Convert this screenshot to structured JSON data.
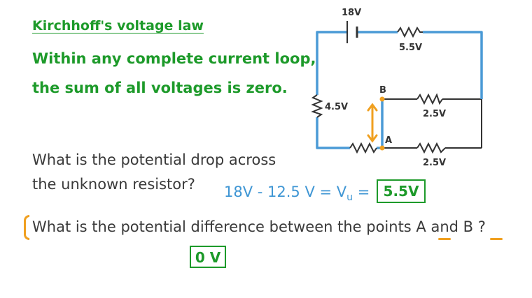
{
  "heading": "Kirchhoff's voltage law",
  "rule_line1": "Within any complete current loop,",
  "rule_line2": "the sum of all voltages is zero.",
  "question1_line1": "What is the potential drop across",
  "question1_line2": "the unknown resistor?",
  "equation": "18V - 12.5 V = V",
  "equation_subscript": "u",
  "equation_equals": "=",
  "answer1": "5.5V",
  "question2": "What is the potential difference between the points A and B ?",
  "answer2": "0 V",
  "circuit": {
    "battery_label": "18V",
    "top_resistor_label": "5.5V",
    "left_resistor_label": "4.5V",
    "upper_right_resistor_label": "2.5V",
    "lower_right_resistor_label": "2.5V",
    "point_b": "B",
    "point_a": "A"
  },
  "colors": {
    "green": "#1d9a2a",
    "blue_wire": "#4a9ad6",
    "orange": "#f0a020",
    "dark_wire": "#333333"
  }
}
